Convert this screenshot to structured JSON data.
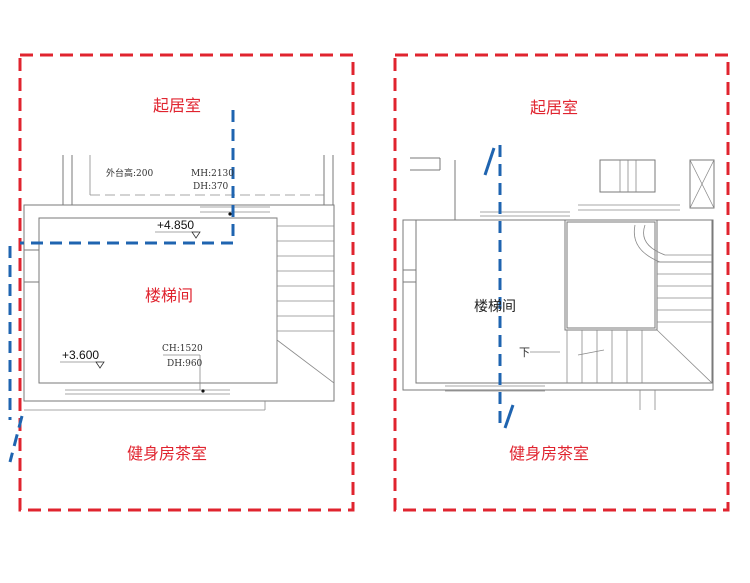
{
  "colors": {
    "red_boundary": "#e0242f",
    "blue_line": "#1f64b0",
    "wall": "#7a7a7a"
  },
  "left_plan": {
    "room_top": "起居室",
    "room_center": "楼梯间",
    "room_bottom": "健身房茶室",
    "note_sill": "外台高:200",
    "note_mh": "MH:2130",
    "note_dh_top": "DH:370",
    "elev_top": "+4.850",
    "elev_bottom": "+3.600",
    "note_ch": "CH:1520",
    "note_dh_bottom": "DH:960"
  },
  "right_plan": {
    "room_top": "起居室",
    "room_center": "楼梯间",
    "room_bottom": "健身房茶室",
    "stair_down": "下"
  }
}
